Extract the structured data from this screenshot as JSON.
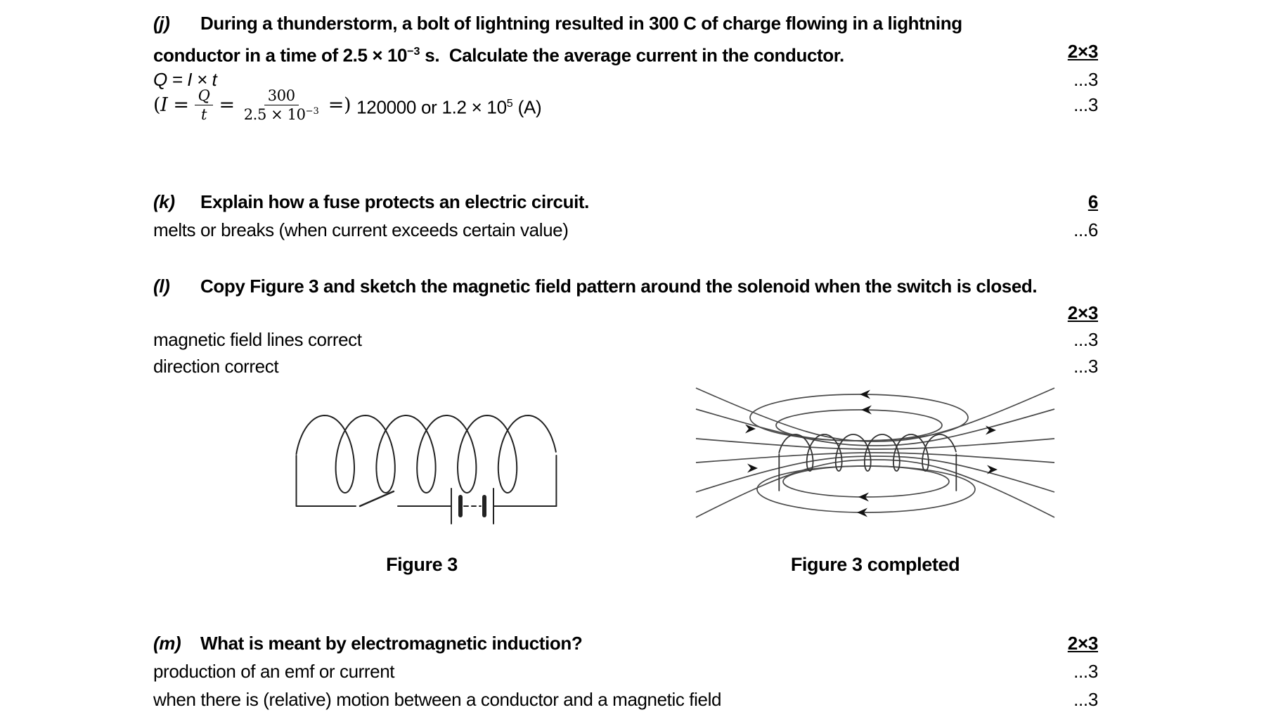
{
  "questions": {
    "j": {
      "label": "(j)",
      "line1": "During a thunderstorm, a bolt of lightning resulted in 300 C of charge flowing in a lightning",
      "line2_pre": "conductor in a time of 2.5 × 10",
      "line2_sup": "−3",
      "line2_post": " s.  Calculate the average current in the conductor.",
      "marks_total": "2×3",
      "work1": "Q = I × t",
      "work1_marks": "...3",
      "formula": {
        "open": "(",
        "var_i": "I",
        "eq1": "=",
        "frac1_num": "Q",
        "frac1_den": "t",
        "eq2": "=",
        "frac2_num": "300",
        "frac2_den_pre": "2.5 × 10",
        "frac2_den_sup": "−3",
        "close": "=)",
        "result_pre": "120000 or 1.2 × 10",
        "result_sup": "5",
        "result_post": " (A)"
      },
      "work2_marks": "...3"
    },
    "k": {
      "label": "(k)",
      "question": "Explain how a fuse protects an electric circuit.",
      "marks_total": "6",
      "answer": "melts or breaks (when current exceeds certain value)",
      "answer_marks": "...6"
    },
    "l": {
      "label": "(l)",
      "question": "Copy Figure 3 and sketch the magnetic field pattern around the solenoid when the switch is closed.",
      "marks_total": "2×3",
      "point1": "magnetic field lines correct",
      "point1_marks": "...3",
      "point2": "direction correct",
      "point2_marks": "...3",
      "figures": {
        "left_caption": "Figure 3",
        "right_caption": "Figure 3 completed"
      }
    },
    "m": {
      "label": "(m)",
      "question": "What is meant by electromagnetic induction?",
      "marks_total": "2×3",
      "point1": "production of an emf or current",
      "point1_marks": "...3",
      "point2": "when there is (relative) motion between a conductor and a magnetic field",
      "point2_marks": "...3"
    }
  },
  "colors": {
    "ink": "#000000",
    "circuit_stroke": "#222222",
    "field_line_stroke": "#4a4a4a"
  }
}
